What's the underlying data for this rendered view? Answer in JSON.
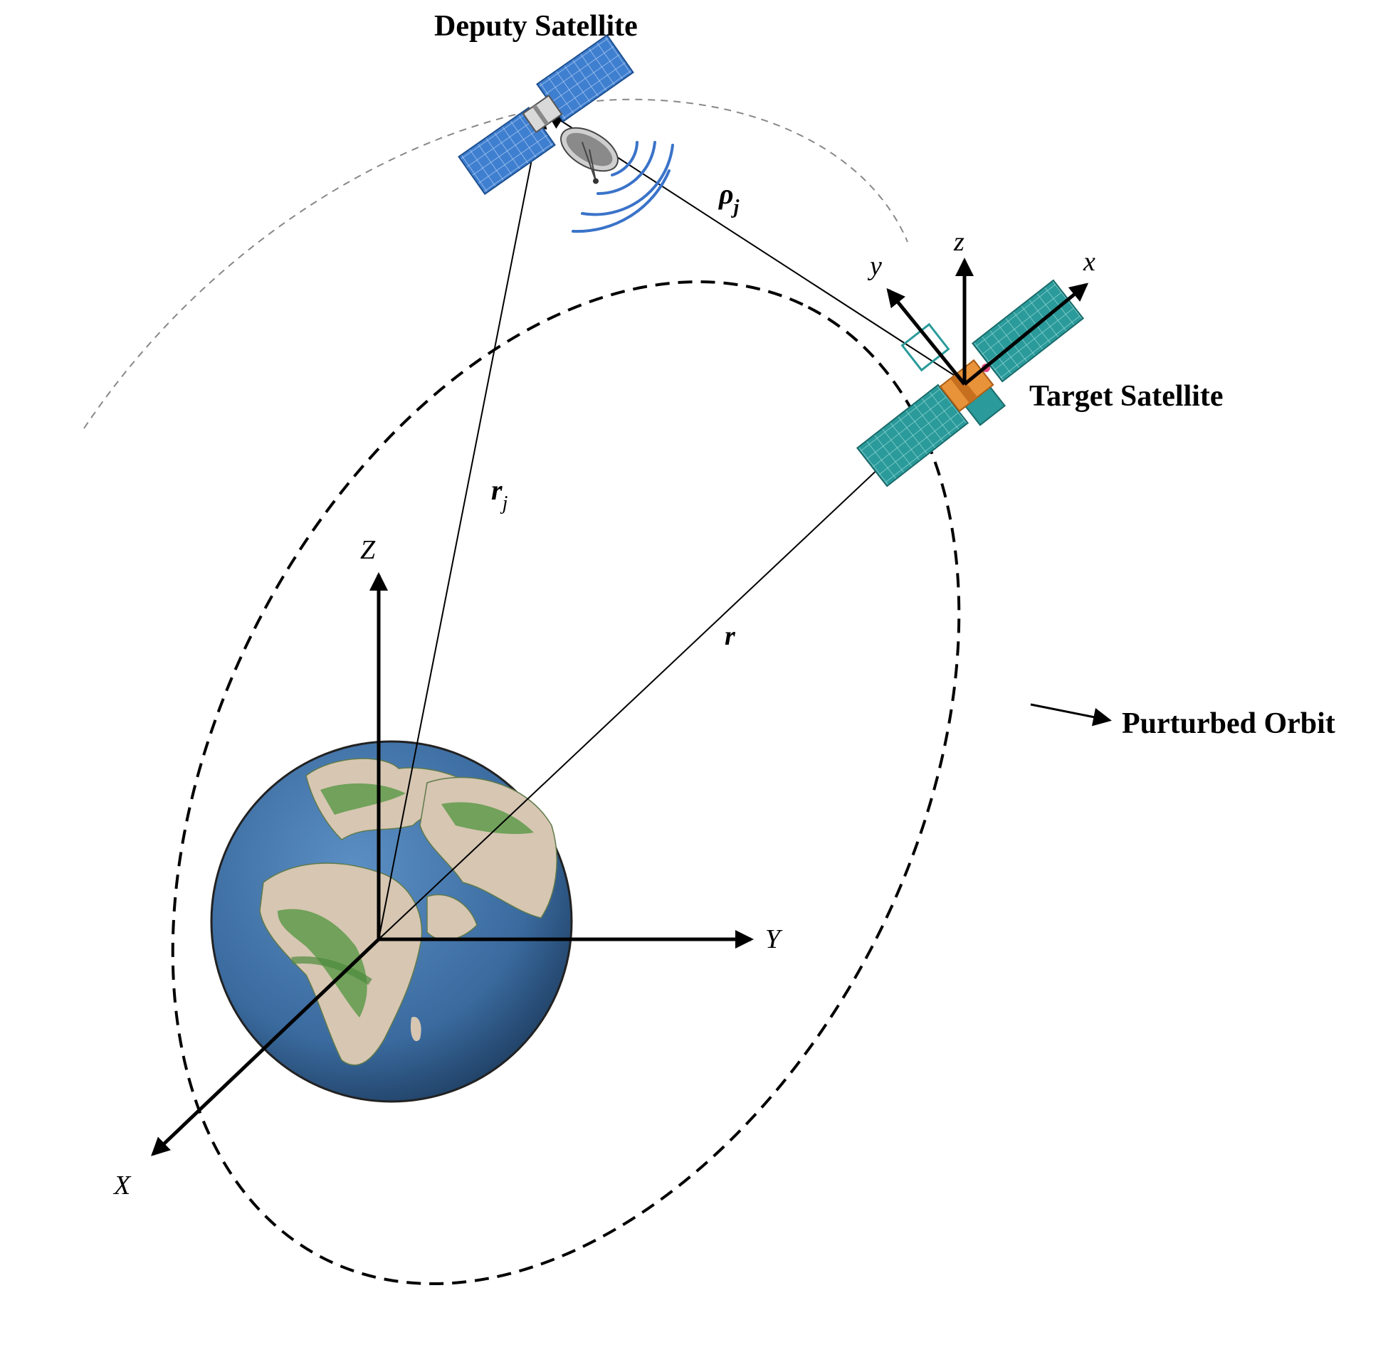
{
  "labels": {
    "deputy_satellite": "Deputy Satellite",
    "target_satellite": "Target Satellite",
    "perturbed_orbit": "Purturbed Orbit",
    "inertial_axes": {
      "X": "X",
      "Y": "Y",
      "Z": "Z"
    },
    "local_axes": {
      "x": "x",
      "y": "y",
      "z": "z"
    },
    "vectors": {
      "r": "r",
      "r_j_base": "r",
      "r_j_sub": "j",
      "rho_j_base": "ρ",
      "rho_j_sub": "j"
    }
  },
  "colors": {
    "ocean": "#3d6fa3",
    "land": "#d6c6b2",
    "vegetation": "#5f9a4a",
    "deputy_panel": "#3f7fd0",
    "target_panel": "#2a9a9a",
    "target_body": "#e8923a",
    "signal_waves": "#3a73c9"
  }
}
